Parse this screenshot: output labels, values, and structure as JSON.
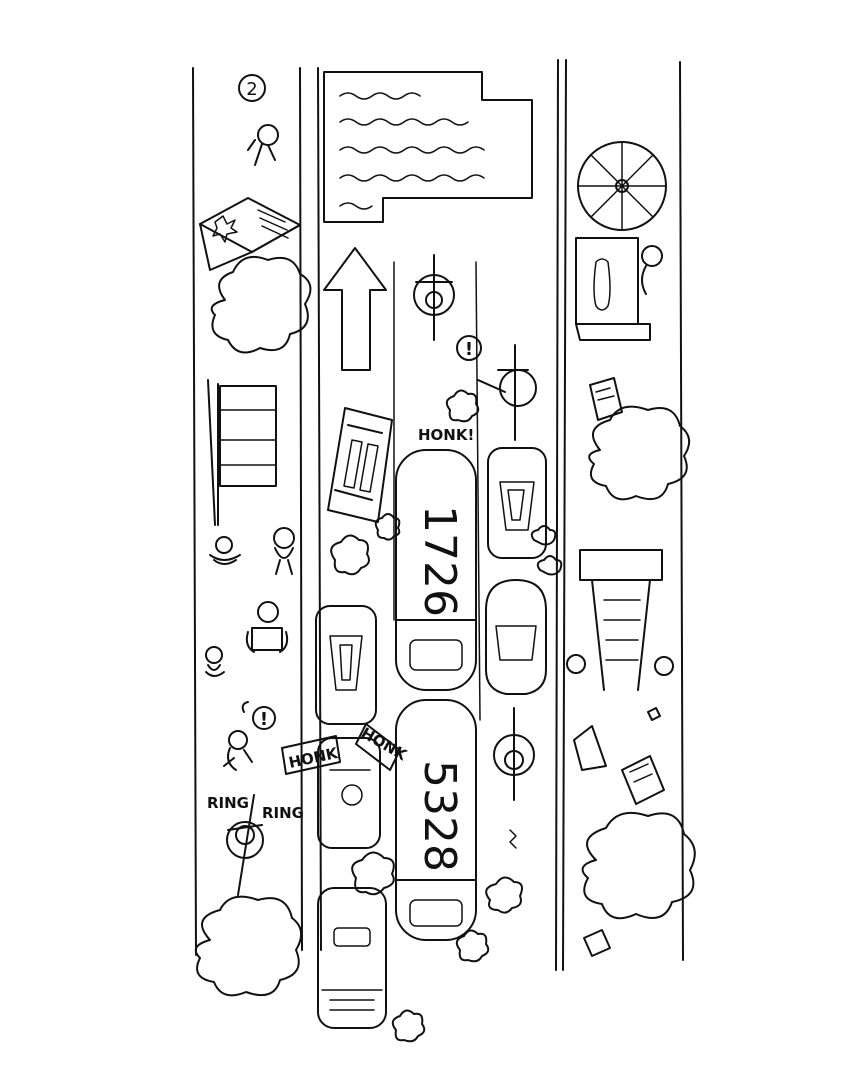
{
  "panel": {
    "number": "2"
  },
  "buses": [
    {
      "number": "1726"
    },
    {
      "number": "5328"
    }
  ],
  "sounds": {
    "honk_top": "HONK!",
    "honk_left": "HONK",
    "honk_right": "HONK",
    "ring_left": "RING",
    "ring_right": "RING"
  },
  "icons": {
    "exclaim_1": "!",
    "exclaim_2": "!"
  }
}
